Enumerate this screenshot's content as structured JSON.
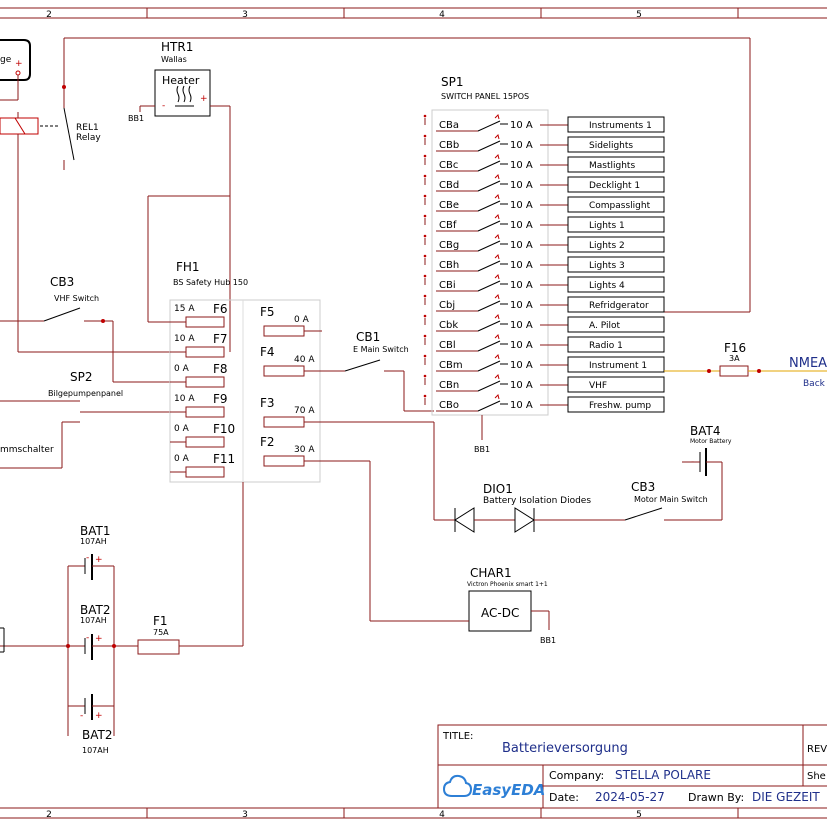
{
  "border": {
    "top_zones": [
      "2",
      "3",
      "4",
      "5"
    ],
    "bottom_zones": [
      "2",
      "3",
      "4",
      "5"
    ]
  },
  "title_block": {
    "title_label": "TITLE:",
    "title": "Batterieversorgung",
    "rev_label": "REV",
    "company_label": "Company:",
    "company": "STELLA POLARE",
    "sheet_label": "She",
    "date_label": "Date:",
    "date": "2024-05-27",
    "drawn_by_label": "Drawn By:",
    "drawn_by": "DIE GEZEIT",
    "logo_text": "EasyEDA"
  },
  "components": {
    "partial_top_left": {
      "text": "ge"
    },
    "htr1": {
      "ref": "HTR1",
      "value": "Wallas",
      "body": "Heater",
      "net": "BB1"
    },
    "rel1": {
      "ref": "REL1",
      "value": "Relay"
    },
    "cb3_vhf": {
      "ref": "CB3",
      "value": "VHF Switch"
    },
    "sp2": {
      "ref": "SP2",
      "value": "Bilgepumpenpanel"
    },
    "partial_left": {
      "text": "mmschalter"
    },
    "fh1": {
      "ref": "FH1",
      "value": "BS Safety Hub 150",
      "left": [
        {
          "amp": "15 A",
          "name": "F6"
        },
        {
          "amp": "10 A",
          "name": "F7"
        },
        {
          "amp": "0 A",
          "name": "F8"
        },
        {
          "amp": "10 A",
          "name": "F9"
        },
        {
          "amp": "0 A",
          "name": "F10"
        },
        {
          "amp": "0 A",
          "name": "F11"
        }
      ],
      "right": [
        {
          "amp": "0 A",
          "name": "F5"
        },
        {
          "amp": "40 A",
          "name": "F4"
        },
        {
          "amp": "70 A",
          "name": "F3"
        },
        {
          "amp": "30 A",
          "name": "F2"
        }
      ]
    },
    "cb1": {
      "ref": "CB1",
      "value": "E Main Switch"
    },
    "sp1": {
      "ref": "SP1",
      "value": "SWITCH PANEL 15POS",
      "net": "BB1",
      "rows": [
        {
          "cb": "CBa",
          "amp": "10 A",
          "load": "Instruments 1"
        },
        {
          "cb": "CBb",
          "amp": "10 A",
          "load": "Sidelights"
        },
        {
          "cb": "CBc",
          "amp": "10 A",
          "load": "Mastlights"
        },
        {
          "cb": "CBd",
          "amp": "10 A",
          "load": "Decklight 1"
        },
        {
          "cb": "CBe",
          "amp": "10 A",
          "load": "Compasslight"
        },
        {
          "cb": "CBf",
          "amp": "10 A",
          "load": "Lights 1"
        },
        {
          "cb": "CBg",
          "amp": "10 A",
          "load": "Lights 2"
        },
        {
          "cb": "CBh",
          "amp": "10 A",
          "load": "Lights 3"
        },
        {
          "cb": "CBi",
          "amp": "10 A",
          "load": "Lights 4"
        },
        {
          "cb": "Cbj",
          "amp": "10 A",
          "load": "Refridgerator"
        },
        {
          "cb": "Cbk",
          "amp": "10 A",
          "load": "A. Pilot"
        },
        {
          "cb": "CBl",
          "amp": "10 A",
          "load": "Radio 1"
        },
        {
          "cb": "CBm",
          "amp": "10 A",
          "load": "Instrument 1"
        },
        {
          "cb": "CBn",
          "amp": "10 A",
          "load": "VHF"
        },
        {
          "cb": "CBo",
          "amp": "10 A",
          "load": "Freshw. pump"
        }
      ]
    },
    "f16": {
      "ref": "F16",
      "value": "3A"
    },
    "nmea": {
      "ref": "NMEA",
      "value": "Back"
    },
    "bat4": {
      "ref": "BAT4",
      "value": "Motor Battery"
    },
    "dio1": {
      "ref": "DIO1",
      "value": "Battery Isolation Diodes"
    },
    "cb3_motor": {
      "ref": "CB3",
      "value": "Motor Main Switch"
    },
    "char1": {
      "ref": "CHAR1",
      "value": "Victron Phoenix smart 1+1",
      "body": "AC-DC",
      "net": "BB1"
    },
    "bat1": {
      "ref": "BAT1",
      "value": "107AH"
    },
    "bat2_top": {
      "ref": "BAT2",
      "value": "107AH"
    },
    "bat2_bottom": {
      "ref": "BAT2",
      "value": "107AH"
    },
    "f1": {
      "ref": "F1",
      "value": "75A"
    }
  }
}
